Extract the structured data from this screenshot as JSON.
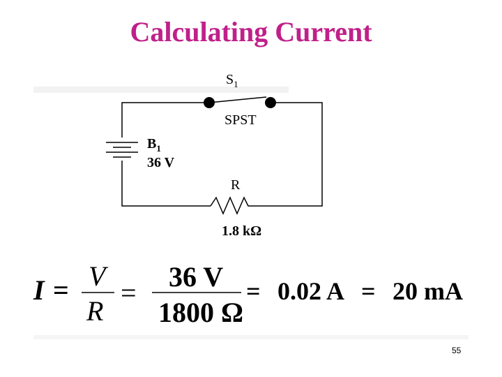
{
  "slide": {
    "title": "Calculating Current",
    "title_color": "#c0208a",
    "page_number": "55"
  },
  "circuit": {
    "switch_label": "S",
    "switch_sub": "1",
    "switch_type": "SPST",
    "battery_label": "B",
    "battery_sub": "1",
    "battery_value": "36 V",
    "resistor_label": "R",
    "resistor_value": "1.8 kΩ"
  },
  "equation": {
    "lhs": "I",
    "equals1": "=",
    "frac1_num": "V",
    "frac1_den": "R",
    "equals2": "=",
    "frac2_num": "36 V",
    "frac2_den": "1800 Ω",
    "equals3": "=",
    "result_amps": "0.02 A",
    "equals4": "=",
    "result_milliamps": "20 mA"
  }
}
